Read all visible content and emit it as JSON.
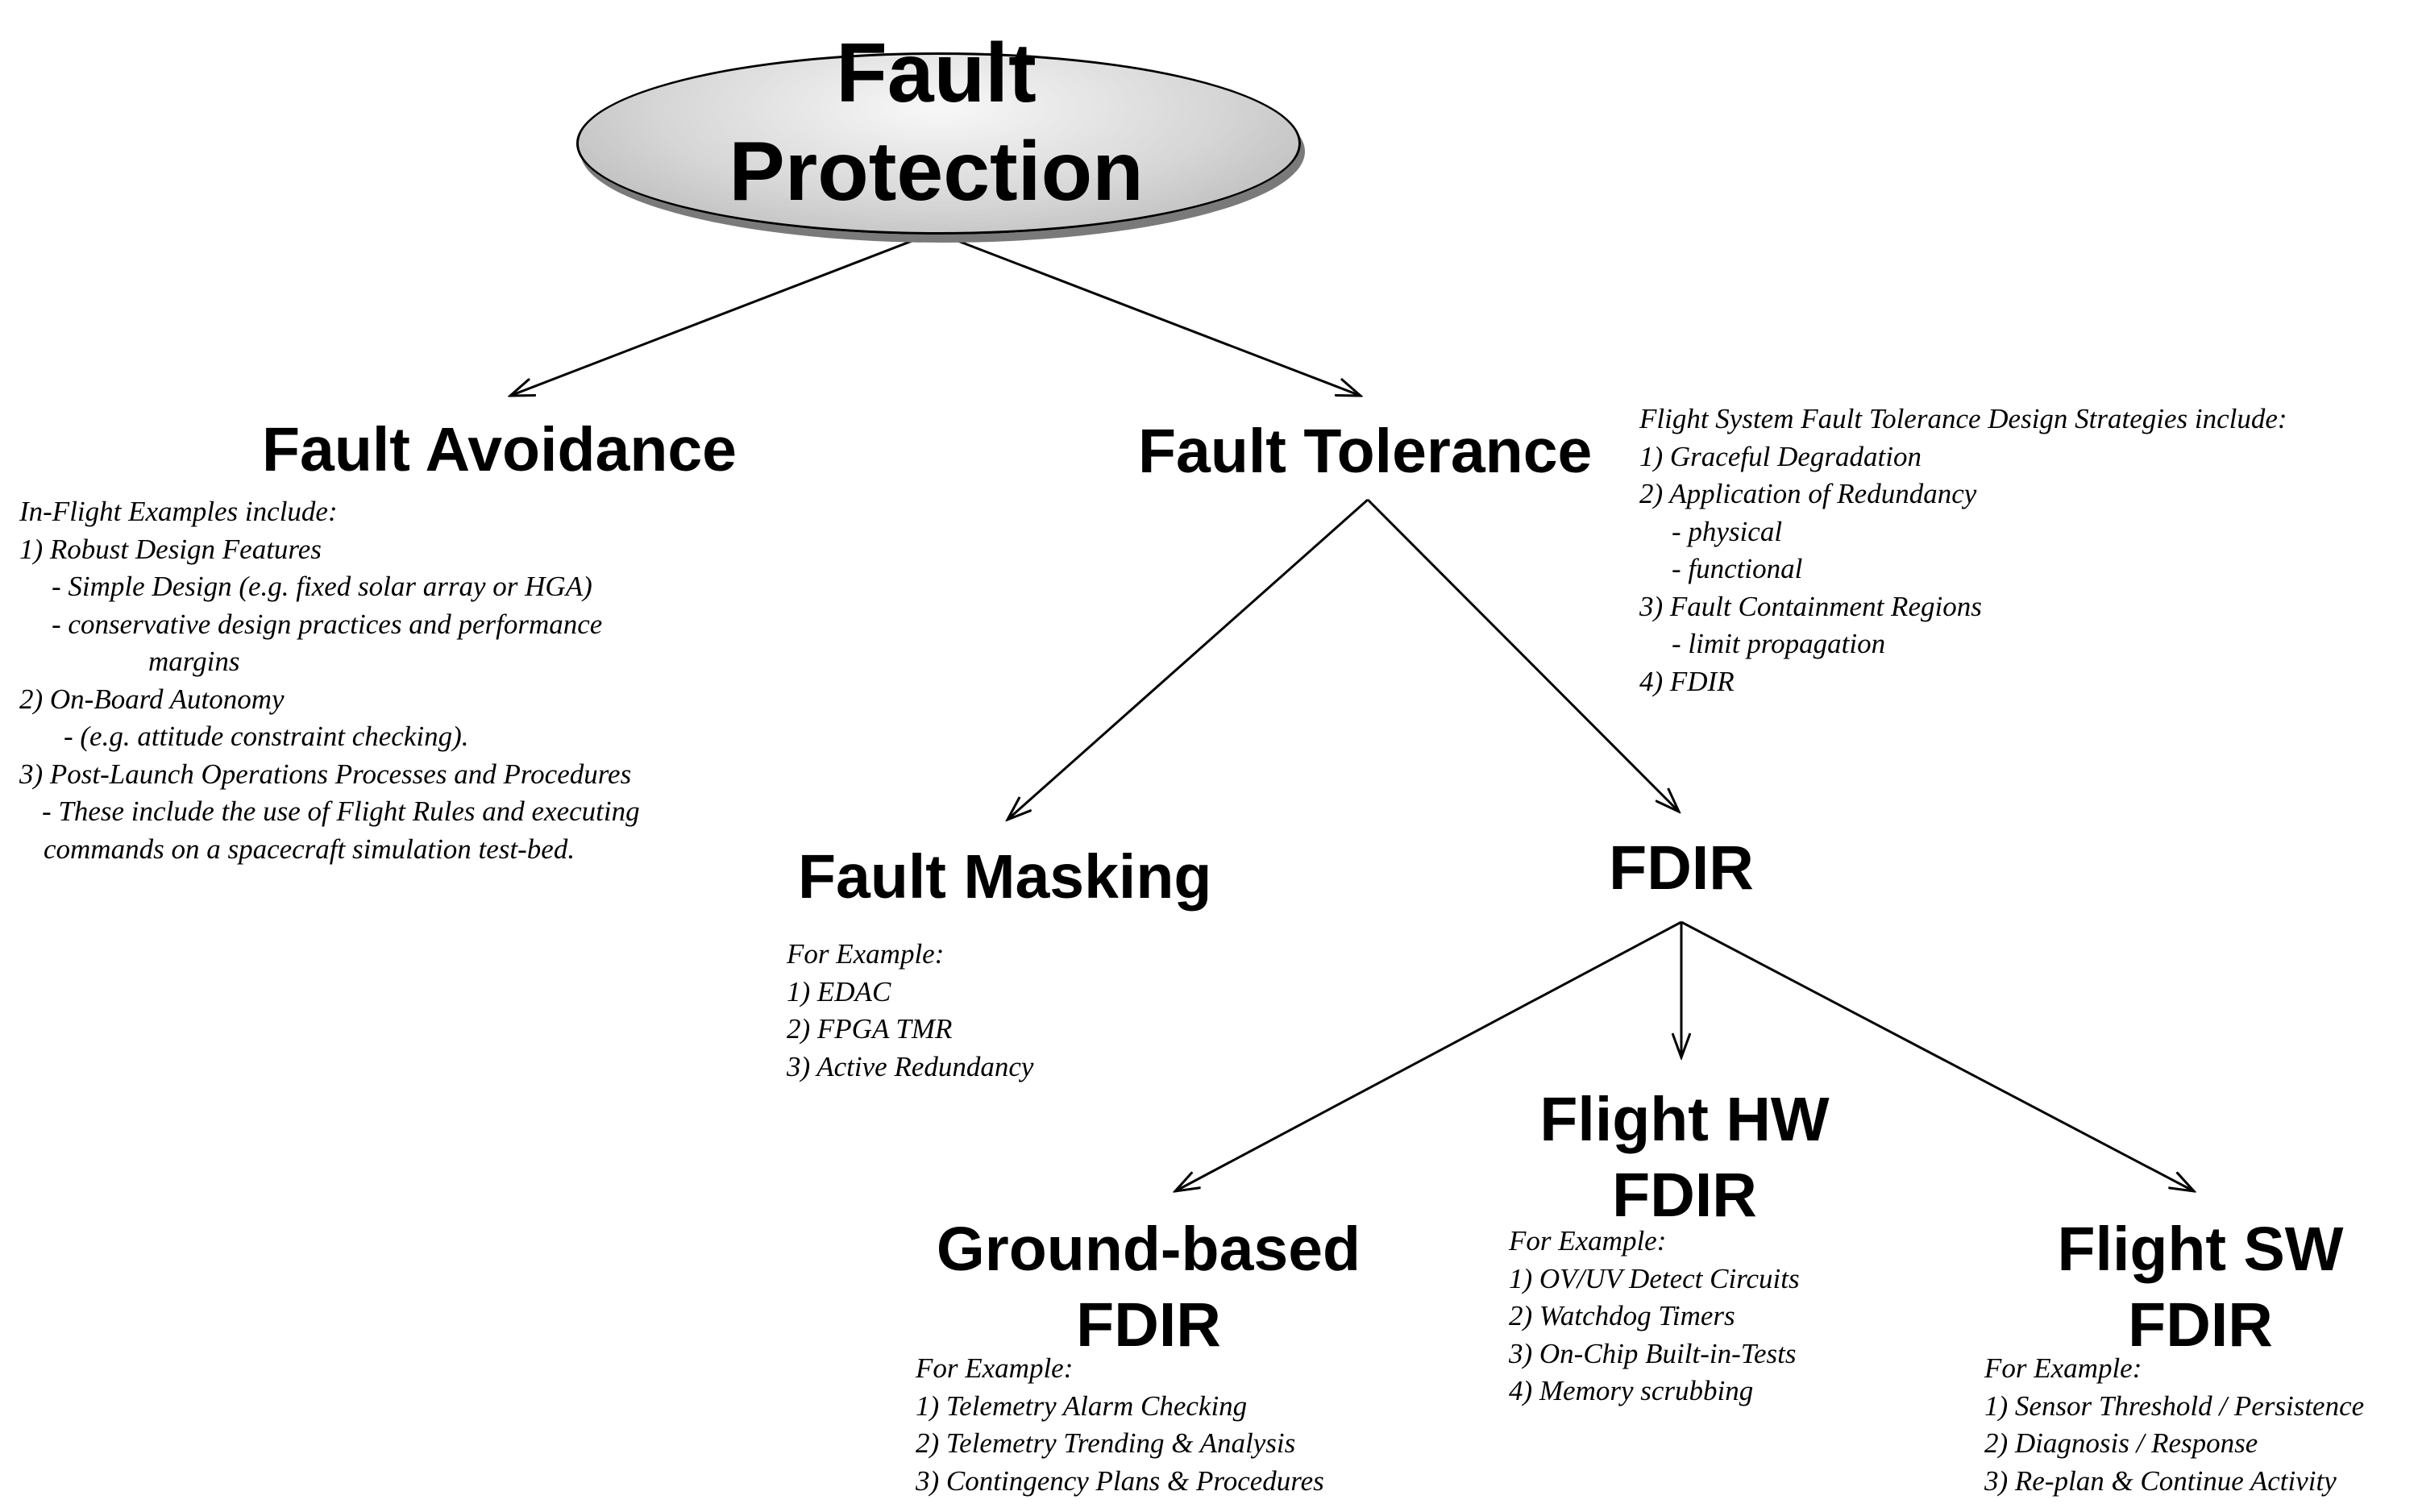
{
  "root": {
    "line1": "Fault",
    "line2": "Protection"
  },
  "fault_avoidance": {
    "title": "Fault Avoidance",
    "notes": [
      "In-Flight Examples include:",
      "1) Robust Design Features",
      "- Simple Design (e.g. fixed solar array or HGA)",
      "- conservative design practices and performance",
      "margins",
      "2) On-Board Autonomy",
      "-  (e.g. attitude constraint checking).",
      "3) Post-Launch Operations Processes and Procedures",
      "- These include the use of Flight Rules and executing",
      "commands on a spacecraft simulation test-bed."
    ]
  },
  "fault_tolerance": {
    "title": "Fault Tolerance",
    "notes": [
      "Flight System Fault Tolerance Design Strategies include:",
      "1) Graceful Degradation",
      "2) Application of Redundancy",
      "- physical",
      "- functional",
      "3) Fault Containment Regions",
      "- limit propagation",
      "4) FDIR"
    ]
  },
  "fault_masking": {
    "title": "Fault Masking",
    "notes": [
      "For Example:",
      "1) EDAC",
      "2) FPGA TMR",
      "3) Active Redundancy"
    ]
  },
  "fdir": {
    "title": "FDIR"
  },
  "flight_hw_fdir": {
    "title_line1": "Flight HW",
    "title_line2": "FDIR",
    "notes": [
      "For Example:",
      "1) OV/UV Detect Circuits",
      "2) Watchdog Timers",
      "3) On-Chip Built-in-Tests",
      "4) Memory scrubbing"
    ]
  },
  "ground_fdir": {
    "title_line1": "Ground-based",
    "title_line2": "FDIR",
    "notes": [
      "For Example:",
      "1) Telemetry Alarm Checking",
      "2) Telemetry Trending & Analysis",
      "3) Contingency Plans & Procedures"
    ]
  },
  "flight_sw_fdir": {
    "title_line1": "Flight SW",
    "title_line2": "FDIR",
    "notes": [
      "For Example:",
      "1) Sensor Threshold / Persistence",
      "2) Diagnosis / Response",
      "3) Re-plan & Continue Activity"
    ]
  },
  "colors": {
    "ellipse_fill": "#d6d6d6",
    "ellipse_shadow": "#7a7a7a",
    "line": "#000000"
  }
}
